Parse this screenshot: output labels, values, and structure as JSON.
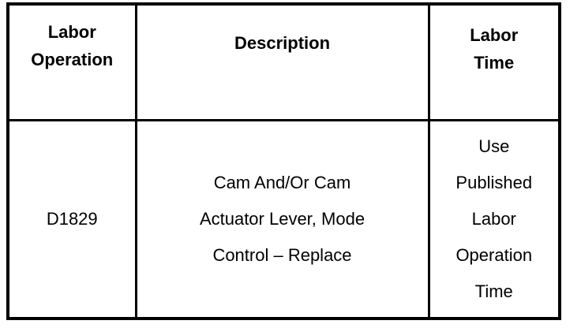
{
  "colors": {
    "background": "#ffffff",
    "border": "#000000",
    "text": "#000000"
  },
  "table": {
    "header": {
      "labor_operation_lines": [
        "Labor",
        "Operation"
      ],
      "description_lines": [
        "Description"
      ],
      "labor_time_lines": [
        "Labor",
        "Time"
      ]
    },
    "rows": [
      {
        "labor_operation": "D1829",
        "description_lines": [
          "Cam And/Or Cam",
          "Actuator Lever, Mode",
          "Control – Replace"
        ],
        "labor_time_lines": [
          "Use",
          "Published",
          "Labor",
          "Operation",
          "Time"
        ]
      }
    ]
  }
}
